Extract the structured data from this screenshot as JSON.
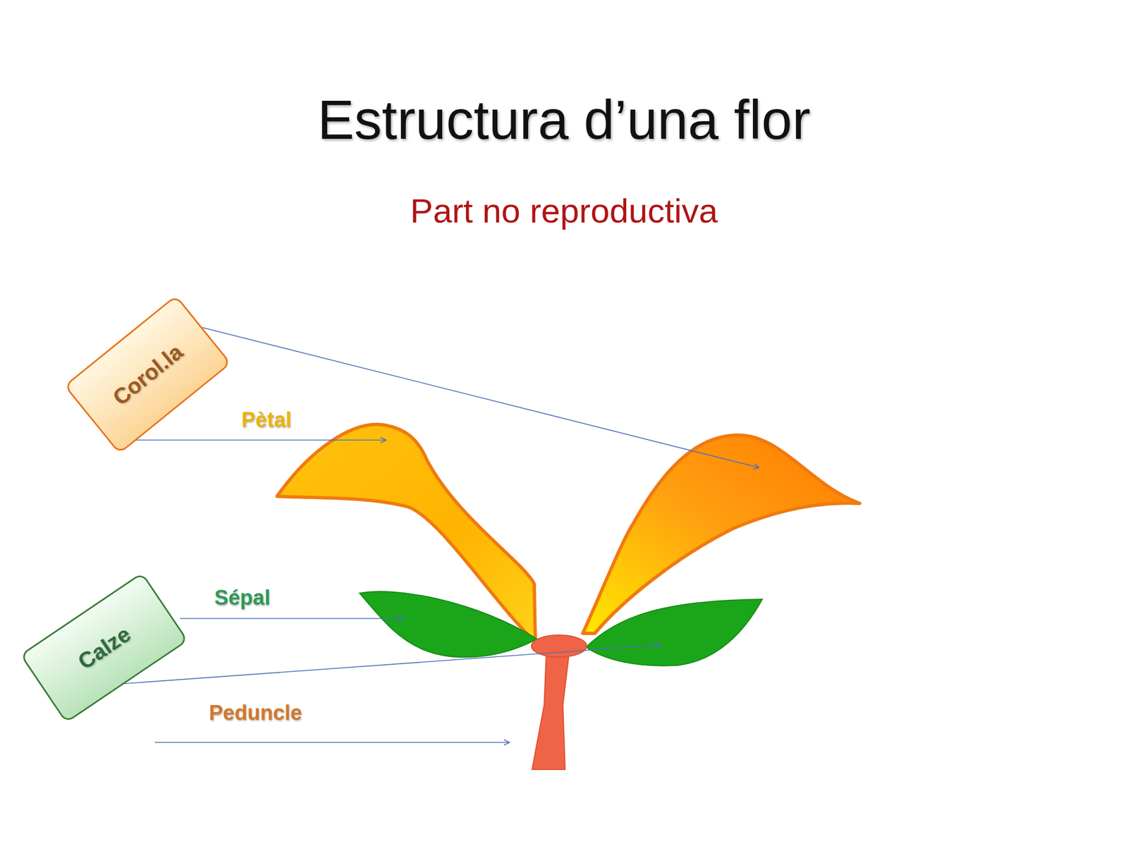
{
  "diagram": {
    "title": "Estructura d’una flor",
    "nodes": [
      {
        "text": [
          "Corol.la"
        ]
      },
      {
        "text": [
          "Calze"
        ]
      }
    ],
    "labels": [
      "Part no reproductiva",
      "Pètal",
      "Sépal",
      "Peduncle"
    ]
  }
}
